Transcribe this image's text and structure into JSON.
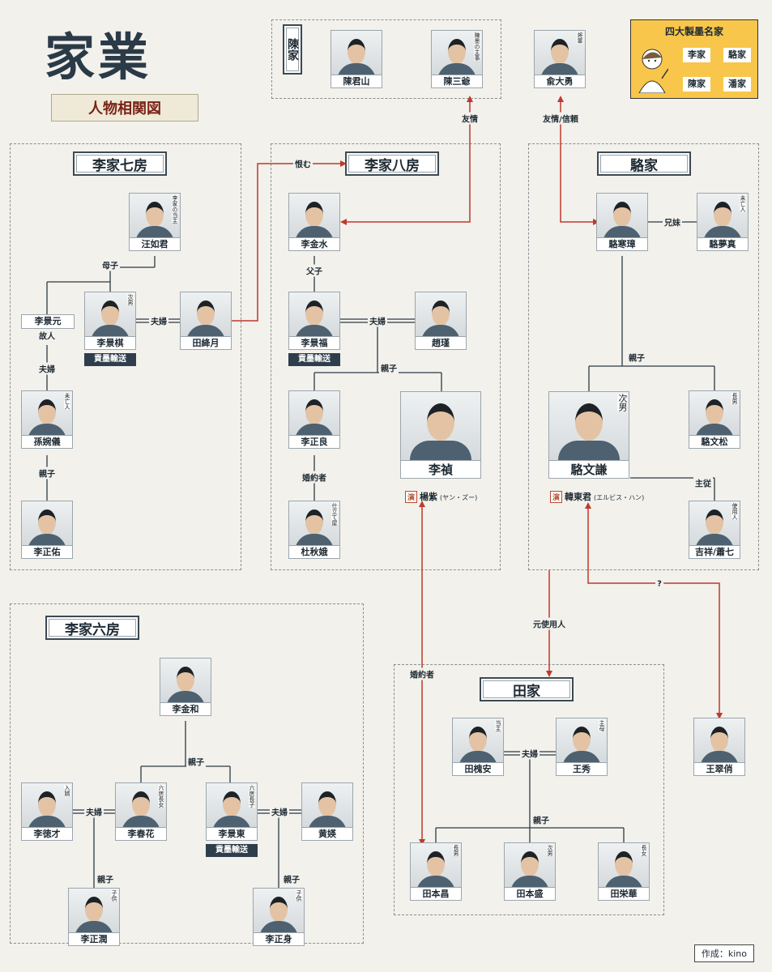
{
  "title": {
    "main": "家業",
    "sub": "人物相関図"
  },
  "legend": {
    "title": "四大製墨名家",
    "families": [
      "李家",
      "駱家",
      "陳家",
      "潘家"
    ]
  },
  "credit": "作成：kino",
  "sections": {
    "chen": "陳家",
    "li7": "李家七房",
    "li8": "李家八房",
    "luo": "駱家",
    "li6": "李家六房",
    "tian": "田家"
  },
  "persons": {
    "chen_junshan": {
      "name": "陳君山"
    },
    "chen_sanye": {
      "name": "陳三爺",
      "note": "陳墨の主事"
    },
    "yu_dayong": {
      "name": "兪大勇",
      "note": "将軍"
    },
    "wang_rujun": {
      "name": "汪如君",
      "note": "李家の当主"
    },
    "li_jingqi": {
      "name": "李景棋",
      "note": "次男",
      "tag": "貢墨輸送"
    },
    "tian_jiangyue": {
      "name": "田絳月"
    },
    "li_jingyuan": {
      "name": "李景元"
    },
    "sun_wanyi": {
      "name": "孫婉儀",
      "note": "未亡人"
    },
    "li_zhengyou": {
      "name": "李正佑"
    },
    "li_jinshui": {
      "name": "李金水"
    },
    "li_jingfu": {
      "name": "李景福",
      "tag": "貢墨輸送"
    },
    "zhao_jin": {
      "name": "趙瑾"
    },
    "li_zhengliang": {
      "name": "李正良"
    },
    "li_zhen": {
      "name": "李禎",
      "actor": "楊紫",
      "actor_kana": "(ヤン・ズー)",
      "actor_mark": "演"
    },
    "du_qiue": {
      "name": "杜秋娥",
      "note": "仕立て屋"
    },
    "luo_hanzhang": {
      "name": "駱寒璋"
    },
    "luo_mengzhen": {
      "name": "駱夢真",
      "note": "未亡人"
    },
    "luo_wenqian": {
      "name": "駱文謙",
      "note": "次男",
      "actor": "韓東君",
      "actor_kana": "(エルビス・ハン)",
      "actor_mark": "演"
    },
    "luo_wensong": {
      "name": "駱文松",
      "note": "長男"
    },
    "jixiang_xiaoqi": {
      "name": "吉祥/蕭七",
      "note": "使用人"
    },
    "li_jinhe": {
      "name": "李金和"
    },
    "li_decai": {
      "name": "李徳才",
      "note": "入婿"
    },
    "li_chunhua": {
      "name": "李春花",
      "note": "六房長女"
    },
    "li_jingdong": {
      "name": "李景東",
      "note": "六房長子",
      "tag": "貢墨輸送"
    },
    "huang_ying": {
      "name": "黄媖"
    },
    "li_zhengrun": {
      "name": "李正潤",
      "note": "子供"
    },
    "li_zhengshen": {
      "name": "李正身",
      "note": "子供"
    },
    "tian_huaian": {
      "name": "田槐安",
      "note": "当主"
    },
    "wang_xiu": {
      "name": "王秀",
      "note": "主母"
    },
    "tian_benchang": {
      "name": "田本昌",
      "note": "長男"
    },
    "tian_bensheng": {
      "name": "田本盛",
      "note": "次男"
    },
    "tian_ronghua": {
      "name": "田栄華",
      "note": "長女"
    },
    "wang_cuiqiao": {
      "name": "王翠俏"
    }
  },
  "labels": {
    "friendship": "友情",
    "friendship_trust": "友情/信頼",
    "hatred": "恨む",
    "mother_son": "母子",
    "couple": "夫婦",
    "deceased": "故人",
    "parent_child": "親子",
    "father_son": "父子",
    "fiance": "婚約者",
    "siblings": "兄妹",
    "master_servant": "主従",
    "question": "?",
    "former_servant": "元使用人"
  },
  "colors": {
    "accent_red": "#c0392b",
    "line": "#2c3a44",
    "legend_bg": "#f8c64a",
    "tag_bg": "#2f3e4c"
  }
}
